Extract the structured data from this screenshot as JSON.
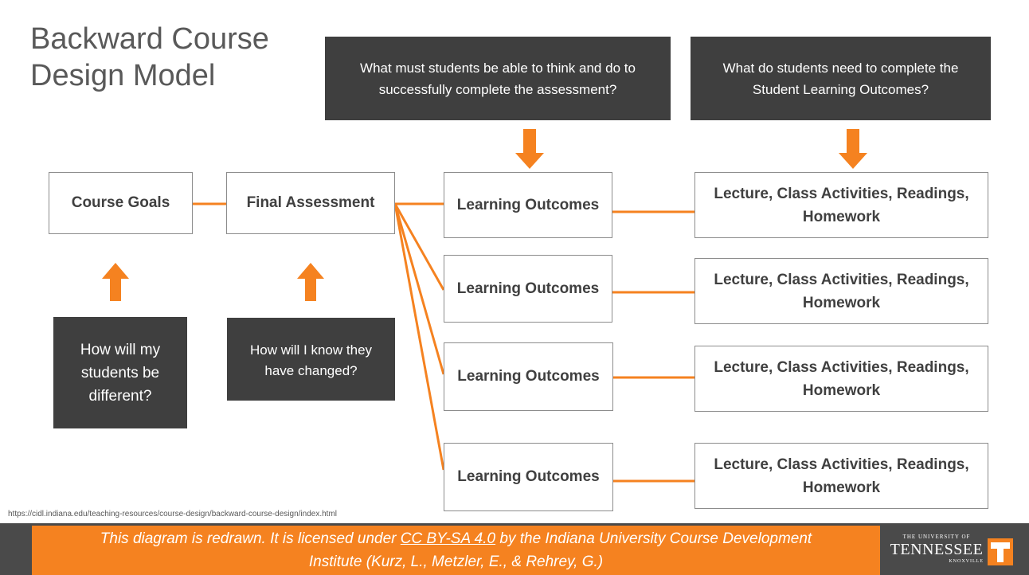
{
  "title_line1": "Backward Course",
  "title_line2": "Design Model",
  "top_question_1": "What must students be able to think and do to successfully complete the assessment?",
  "top_question_2": "What do students need to complete the Student Learning Outcomes?",
  "course_goals": "Course Goals",
  "final_assessment": "Final Assessment",
  "bottom_question_1": "How will my students be different?",
  "bottom_question_2": "How will I know they have changed?",
  "learning_outcomes": [
    "Learning Outcomes",
    "Learning Outcomes",
    "Learning Outcomes",
    "Learning Outcomes"
  ],
  "activities": [
    {
      "line1": "Lecture, Class Activities, Readings,",
      "line2": "Homework"
    },
    {
      "line1": "Lecture, Class Activities, Readings,",
      "line2": "Homework"
    },
    {
      "line1": "Lecture, Class Activities, Readings,",
      "line2": "Homework"
    },
    {
      "line1": "Lecture, Class Activities, Readings,",
      "line2": "Homework"
    }
  ],
  "source_url": "https://cidl.indiana.edu/teaching-resources/course-design/backward-course-design/index.html",
  "footer": {
    "line1_prefix": "This diagram is redrawn. It is licensed under ",
    "license_link": "CC BY-SA 4.0",
    "line1_suffix": " by the Indiana University Course Development",
    "line2": "Institute (Kurz, L., Metzler, E., & Rehrey, G.)"
  },
  "logo": {
    "line1": "THE UNIVERSITY OF",
    "line2": "TENNESSEE",
    "line3": "KNOXVILLE"
  },
  "colors": {
    "accent_orange": "#f58220",
    "dark_box": "#3f3f3f",
    "footer_gray": "#4a4a4a"
  }
}
